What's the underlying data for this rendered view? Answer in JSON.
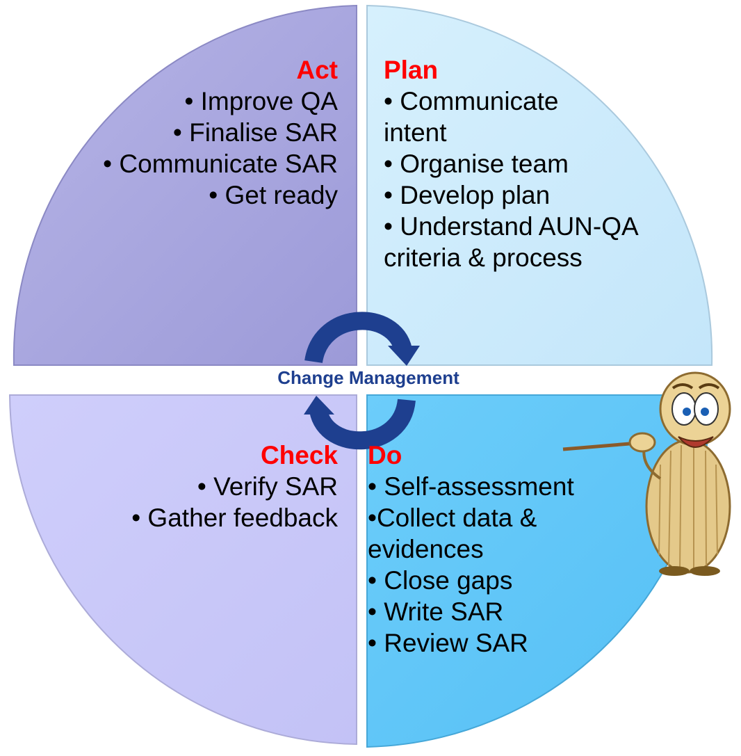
{
  "quadrants": {
    "act": {
      "title": "Act",
      "items": [
        "• Improve QA",
        "• Finalise SAR",
        "• Communicate SAR",
        "• Get ready"
      ],
      "color": "#a5a3dd"
    },
    "plan": {
      "title": "Plan",
      "items": [
        "• Communicate intent",
        "• Organise team",
        "• Develop plan",
        "• Understand AUN-QA criteria & process"
      ],
      "color": "#cbeafb"
    },
    "check": {
      "title": "Check",
      "items": [
        "• Verify SAR",
        "• Gather feedback"
      ],
      "color": "#c9c8f9"
    },
    "do": {
      "title": "Do",
      "items": [
        "• Self-assessment",
        "•Collect data & evidences",
        "• Close gaps",
        "• Write SAR",
        "• Review SAR"
      ],
      "color": "#63c9f8"
    }
  },
  "center": {
    "label": "Change Management",
    "arrow_color": "#1e3f8f"
  },
  "mascot": {
    "icon": "mascot-icon"
  }
}
